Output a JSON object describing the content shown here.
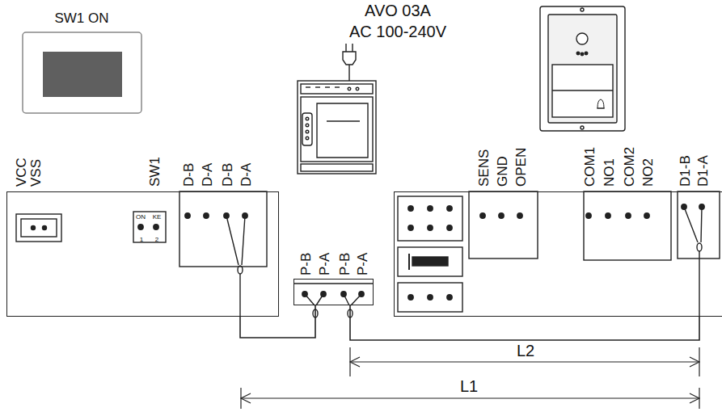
{
  "diagram": {
    "nodes": [
      {
        "text": [
          "SW1 ON"
        ]
      },
      {
        "text": [
          "AVO 03A",
          "AC 100-240V"
        ]
      },
      {
        "text": [
          "VCC",
          "VSS",
          "SW1",
          "ON",
          "KE",
          "1",
          "2",
          "D-B",
          "D-A",
          "D-B",
          "D-A"
        ]
      },
      {
        "text": [
          "P-B",
          "P-A",
          "P-B",
          "P-A"
        ]
      },
      {
        "text": [
          "SENS",
          "GND",
          "OPEN",
          "COM1",
          "NO1",
          "COM2",
          "NO2",
          "D1-B",
          "D1-A"
        ]
      }
    ],
    "edges": [
      {
        "from": 2,
        "to": 3,
        "arrow": "none"
      },
      {
        "from": 3,
        "to": 4,
        "arrow": "none"
      }
    ],
    "labels": [
      "L2",
      "L1"
    ]
  }
}
